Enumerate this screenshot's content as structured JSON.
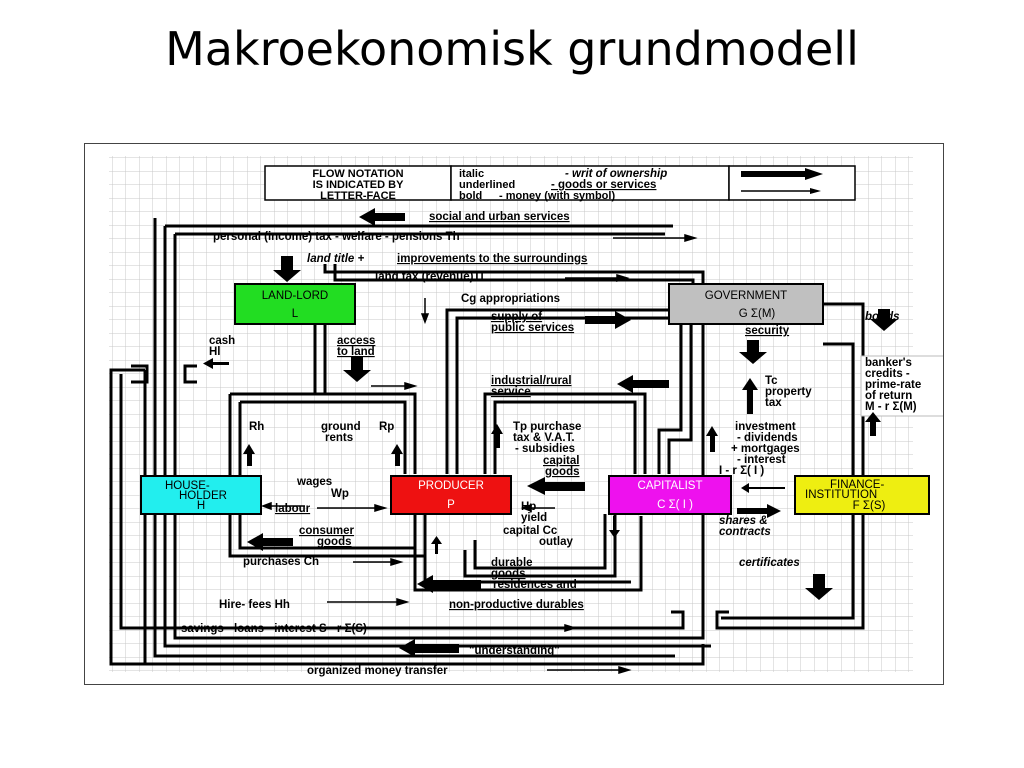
{
  "slide": {
    "title": "Makroekonomisk grundmodell"
  },
  "legend": {
    "heading": [
      "FLOW NOTATION",
      "IS INDICATED BY",
      "LETTER-FACE"
    ],
    "row1_key": "italic",
    "row1_val": "- writ of ownership",
    "row2_key": "underlined",
    "row2_val": "- goods or services",
    "row3_key": "bold",
    "row3_val": "- money (with symbol)"
  },
  "nodes": {
    "landlord": {
      "name": "LAND-LORD",
      "symbol": "L",
      "color": "#22dd22"
    },
    "government": {
      "name": "GOVERNMENT",
      "symbol": "G   Σ(M)",
      "color": "#c0c0c0"
    },
    "householder": {
      "name1": "HOUSE-",
      "name2": "HOLDER",
      "symbol": "H",
      "color": "#22eeee"
    },
    "producer": {
      "name": "PRODUCER",
      "symbol": "P",
      "color": "#ee1111"
    },
    "capitalist": {
      "name": "CAPITALIST",
      "symbol": "C   Σ( I )",
      "color": "#ee11ee"
    },
    "finance": {
      "name1": "FINANCE-",
      "name2": "INSTITUTION",
      "symbol": "F    Σ(S)",
      "color": "#eeee11"
    }
  },
  "flows": {
    "social_services": "social and urban services",
    "personal_tax": "personal (income) tax - welfare - pensions  Th",
    "land_title_italic": "land title + ",
    "land_title_under": "improvements to the surroundings",
    "land_tax": "land tax (revenue)Tl",
    "cg": "Cg  appropriations",
    "supply1": "supply of",
    "supply2": "public services",
    "security": "security",
    "bonds": "bonds",
    "cash1": "cash",
    "cash2": "Hl",
    "access1": "access",
    "access2": "to land",
    "industrial1": "industrial/rural",
    "industrial2": "service",
    "tc1": "Tc",
    "tc2": "property",
    "tc3": "tax",
    "banker1": "banker's",
    "banker2": "credits -",
    "banker3": "prime-rate",
    "banker4": "of return",
    "banker5": "M - r Σ(M)",
    "rh": "Rh",
    "ground1": "ground",
    "ground2": "rents",
    "rp": "Rp",
    "tp1": "Tp purchase",
    "tp2": "tax & V.A.T.",
    "tp3": "- subsidies",
    "inv1": "investment",
    "inv2": "- dividends",
    "inv3": "+ mortgages",
    "inv4": "- interest",
    "inv5": "I - r Σ( I )",
    "capital_goods1": "capital",
    "capital_goods2": "goods",
    "wages1": "wages",
    "wages2": "Wp",
    "labour": "labour",
    "hp1": "Hp",
    "hp2": "yield",
    "shares1": "shares &",
    "shares2": "contracts",
    "consumer1": "consumer",
    "consumer2": "goods",
    "capital_cc1": "capital  Cc",
    "capital_cc2": "outlay",
    "purchases": "purchases  Ch",
    "durable1": "durable",
    "durable2": "goods",
    "certificates": "certificates",
    "residences": "residences and",
    "hire": "Hire- fees  Hh",
    "nonprod": "non-productive durables",
    "savings": "savings - loans - interest  S - r Σ(S)",
    "understanding": "\"understanding\"",
    "organized": "organized money transfer"
  }
}
